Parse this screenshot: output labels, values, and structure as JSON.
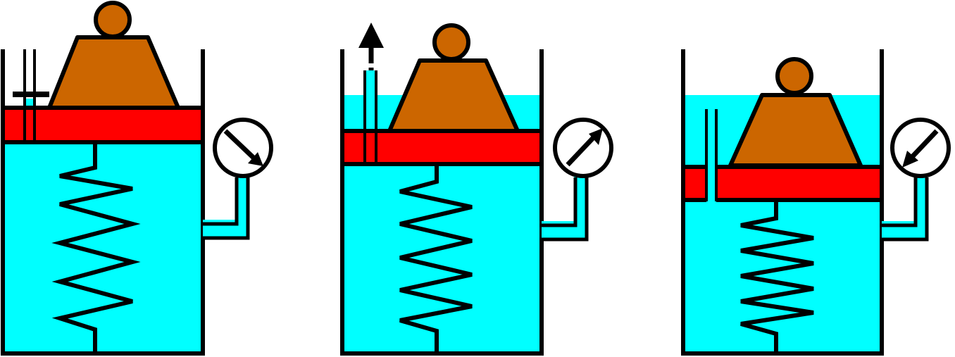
{
  "diagram": {
    "colors": {
      "fluid": "#00FFFF",
      "piston": "#FF0000",
      "weight": "#CC6600",
      "outline": "#000000",
      "gauge_face": "#FFFFFF"
    },
    "panels": [
      {
        "id": "panel-1",
        "gauge_needle": "down-right",
        "vent_tube": "capped",
        "flow_arrow": "none"
      },
      {
        "id": "panel-2",
        "gauge_needle": "up-right",
        "vent_tube": "open",
        "flow_arrow": "up"
      },
      {
        "id": "panel-3",
        "gauge_needle": "down-left",
        "vent_tube": "open",
        "flow_arrow": "none"
      }
    ],
    "icons": [
      "spring-icon",
      "pressure-gauge-icon",
      "weight-icon",
      "piston-icon",
      "arrow-up-icon"
    ]
  }
}
